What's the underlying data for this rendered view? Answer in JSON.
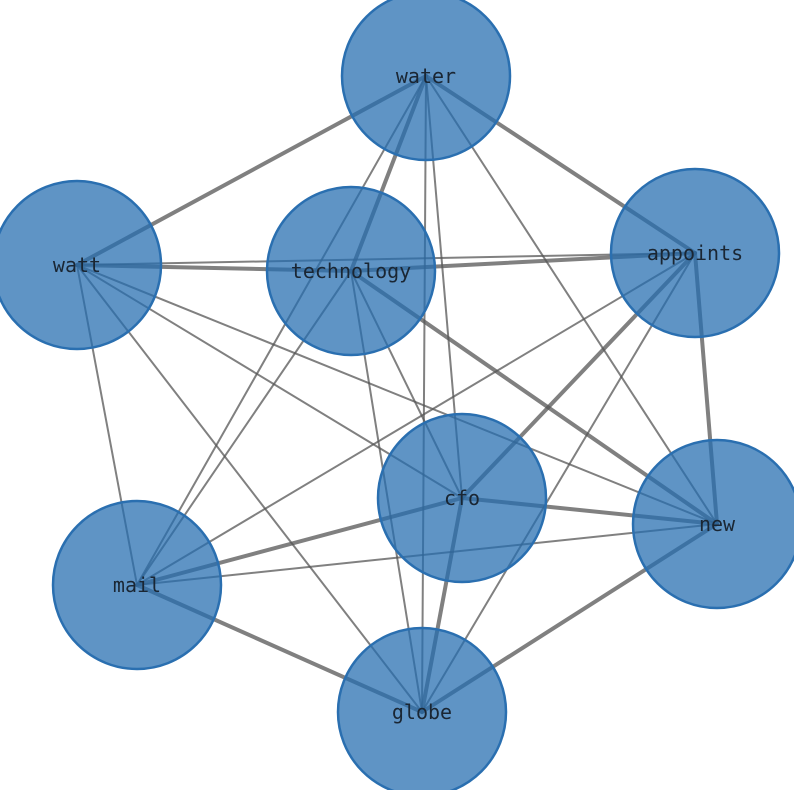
{
  "nodes": [
    {
      "id": "water",
      "label": "water"
    },
    {
      "id": "watt",
      "label": "watt"
    },
    {
      "id": "technology",
      "label": "technology"
    },
    {
      "id": "appoints",
      "label": "appoints"
    },
    {
      "id": "cfo",
      "label": "cfo"
    },
    {
      "id": "new",
      "label": "new"
    },
    {
      "id": "mail",
      "label": "mail"
    },
    {
      "id": "globe",
      "label": "globe"
    }
  ],
  "edges": [
    {
      "source": "water",
      "target": "watt",
      "weight": 2
    },
    {
      "source": "water",
      "target": "technology",
      "weight": 2
    },
    {
      "source": "water",
      "target": "appoints",
      "weight": 2
    },
    {
      "source": "water",
      "target": "cfo",
      "weight": 1
    },
    {
      "source": "water",
      "target": "globe",
      "weight": 1
    },
    {
      "source": "water",
      "target": "new",
      "weight": 1
    },
    {
      "source": "water",
      "target": "mail",
      "weight": 1
    },
    {
      "source": "watt",
      "target": "technology",
      "weight": 2
    },
    {
      "source": "watt",
      "target": "appoints",
      "weight": 1
    },
    {
      "source": "watt",
      "target": "new",
      "weight": 1
    },
    {
      "source": "watt",
      "target": "cfo",
      "weight": 1
    },
    {
      "source": "watt",
      "target": "mail",
      "weight": 1
    },
    {
      "source": "watt",
      "target": "globe",
      "weight": 1
    },
    {
      "source": "technology",
      "target": "appoints",
      "weight": 2
    },
    {
      "source": "technology",
      "target": "new",
      "weight": 2
    },
    {
      "source": "technology",
      "target": "cfo",
      "weight": 1
    },
    {
      "source": "technology",
      "target": "globe",
      "weight": 1
    },
    {
      "source": "technology",
      "target": "mail",
      "weight": 1
    },
    {
      "source": "appoints",
      "target": "new",
      "weight": 2
    },
    {
      "source": "appoints",
      "target": "cfo",
      "weight": 2
    },
    {
      "source": "appoints",
      "target": "mail",
      "weight": 1
    },
    {
      "source": "appoints",
      "target": "globe",
      "weight": 1
    },
    {
      "source": "cfo",
      "target": "new",
      "weight": 2
    },
    {
      "source": "cfo",
      "target": "mail",
      "weight": 2
    },
    {
      "source": "cfo",
      "target": "globe",
      "weight": 2
    },
    {
      "source": "new",
      "target": "mail",
      "weight": 1
    },
    {
      "source": "new",
      "target": "globe",
      "weight": 2
    },
    {
      "source": "mail",
      "target": "globe",
      "weight": 2
    }
  ]
}
